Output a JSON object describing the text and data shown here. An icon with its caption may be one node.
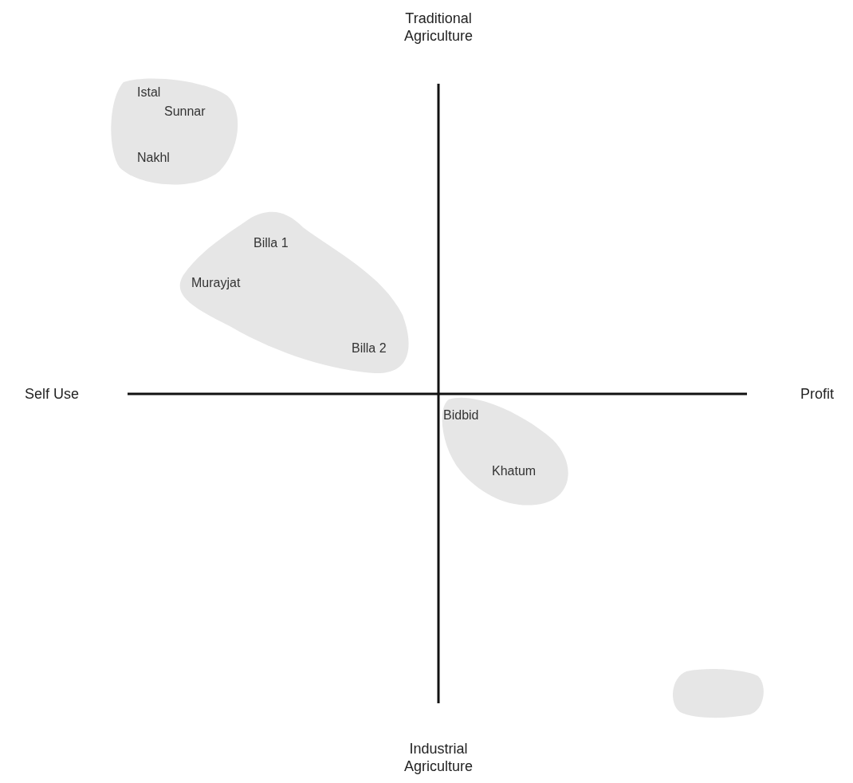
{
  "diagram": {
    "nodes": [
      {
        "text": [
          "Istal",
          "Sunnar",
          "Nakhl"
        ]
      },
      {
        "text": [
          "Billa 1",
          "Murayjat",
          "Billa 2"
        ]
      },
      {
        "text": [
          "Bidbid",
          "Khatum"
        ]
      },
      {
        "text": [],
        "shape": "blob"
      }
    ],
    "edges": [],
    "labels": [
      "Traditional Agriculture",
      "Self Use",
      "Profit",
      "Industrial Agriculture"
    ]
  }
}
